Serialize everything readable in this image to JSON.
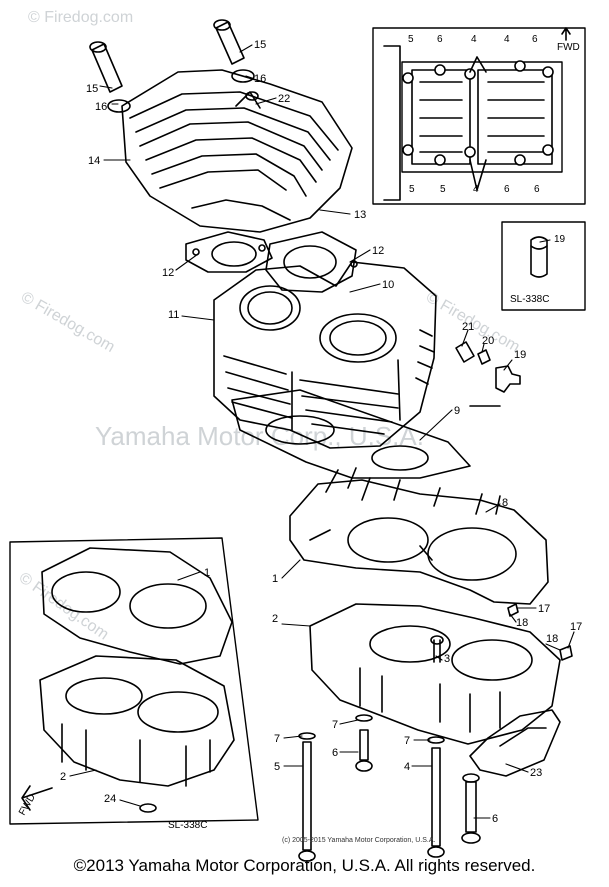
{
  "watermark_main": "Yamaha Motor Corp., U.S.A.",
  "watermark_site": "© Firedog.com",
  "small_copyright": "(c) 2005-2015 Yamaha Motor Corporation, U.S.A.",
  "footer": "©2013 Yamaha Motor Corporation, U.S.A. All rights reserved.",
  "inset_bearing": {
    "fwd": "FWD"
  },
  "inset_pin": {
    "ref": "SL-338C"
  },
  "inset_crankcase": {
    "ref": "SL-338C",
    "fwd": "FWD"
  },
  "callouts": {
    "c15a": "15",
    "c15b": "15",
    "c16a": "16",
    "c16b": "16",
    "c22": "22",
    "c14": "14",
    "c13": "13",
    "c12a": "12",
    "c12b": "12",
    "c10": "10",
    "c11": "11",
    "c21": "21",
    "c20": "20",
    "c19a": "19",
    "c9": "9",
    "c8": "8",
    "c1": "1",
    "c2": "2",
    "c17a": "17",
    "c18a": "18",
    "c18b": "18",
    "c17b": "17",
    "c3": "3",
    "c23": "23",
    "c7a": "7",
    "c5a": "5",
    "c7b": "7",
    "c6a": "6",
    "c7c": "7",
    "c4": "4",
    "c6b": "6",
    "b5a": "5",
    "b6a": "6",
    "b4a": "4",
    "b4b": "4",
    "b6b": "6",
    "b5b": "5",
    "b5c": "5",
    "b4c": "4",
    "b6c": "6",
    "b6d": "6",
    "p19": "19",
    "k1": "1",
    "k2": "2",
    "k24": "24"
  }
}
